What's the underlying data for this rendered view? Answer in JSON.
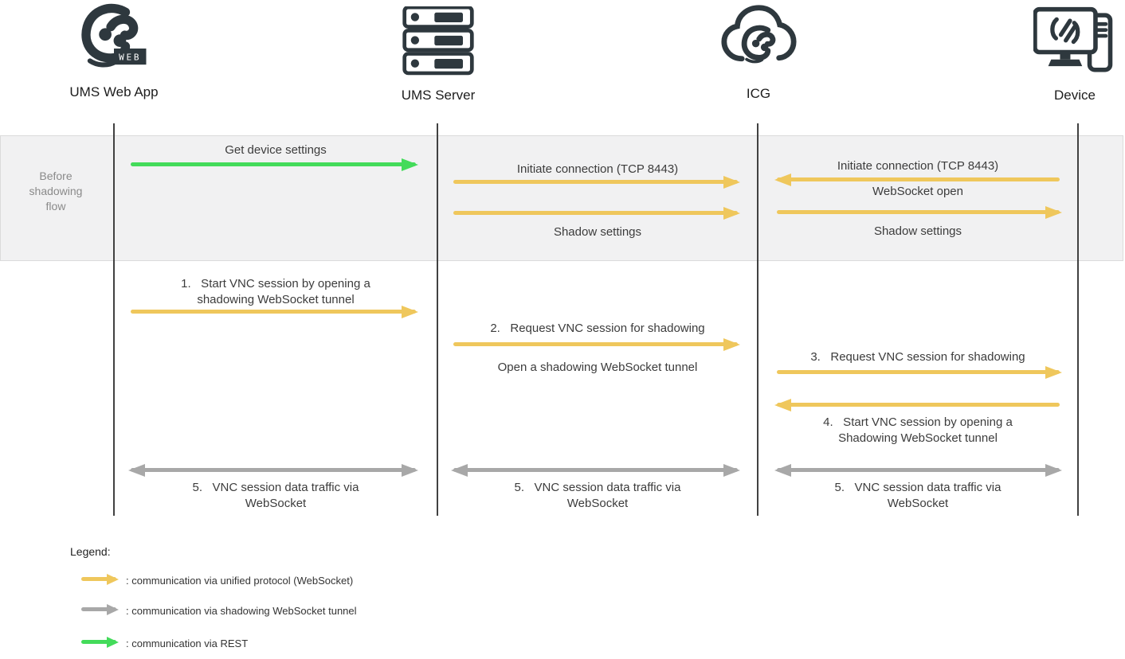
{
  "colors": {
    "yellow": "#EFC75C",
    "green": "#43DB5A",
    "gray": "#A8A8A8",
    "dark": "#2E383E",
    "band_bg": "#F1F1F2",
    "band_border": "#DBDBDB",
    "lifeline": "#414141",
    "text": "#3C3C3C",
    "muted": "#8A8A8A"
  },
  "actors": [
    {
      "label": "UMS Web App",
      "icon": "ums-web-logo-icon",
      "badge": "WEB"
    },
    {
      "label": "UMS Server",
      "icon": "server-stack-icon"
    },
    {
      "label": "ICG",
      "icon": "cloud-logo-icon"
    },
    {
      "label": "Device",
      "icon": "device-computer-icon"
    }
  ],
  "phase": {
    "label": "Before\nshadowing\nflow"
  },
  "band": {
    "get_device_settings": "Get device settings",
    "initiate_connection_server_icg": "Initiate connection (TCP 8443)",
    "shadow_settings_server_icg": "Shadow settings",
    "initiate_connection_device_icg": "Initiate connection (TCP 8443)",
    "websocket_open": "WebSocket open",
    "shadow_settings_icg_device": "Shadow settings"
  },
  "flow": {
    "step1": "1.   Start VNC session by opening a\nshadowing WebSocket tunnel",
    "step2": "2.   Request VNC session for shadowing",
    "step2_note": "Open a shadowing WebSocket tunnel",
    "step3": "3.   Request VNC session for shadowing",
    "step4": "4.   Start VNC session by opening a\nShadowing WebSocket tunnel",
    "step5_web_server": "5.   VNC session data traffic via\nWebSocket",
    "step5_server_icg": "5.   VNC session data traffic via\nWebSocket",
    "step5_icg_device": "5.   VNC session data traffic via\nWebSocket"
  },
  "legend": {
    "title": "Legend:",
    "items": [
      {
        "arrow_color": "yellow",
        "label": ": communication via unified protocol (WebSocket)"
      },
      {
        "arrow_color": "gray",
        "label": ": communication via shadowing WebSocket tunnel"
      },
      {
        "arrow_color": "green",
        "label": ": communication via REST"
      }
    ]
  }
}
